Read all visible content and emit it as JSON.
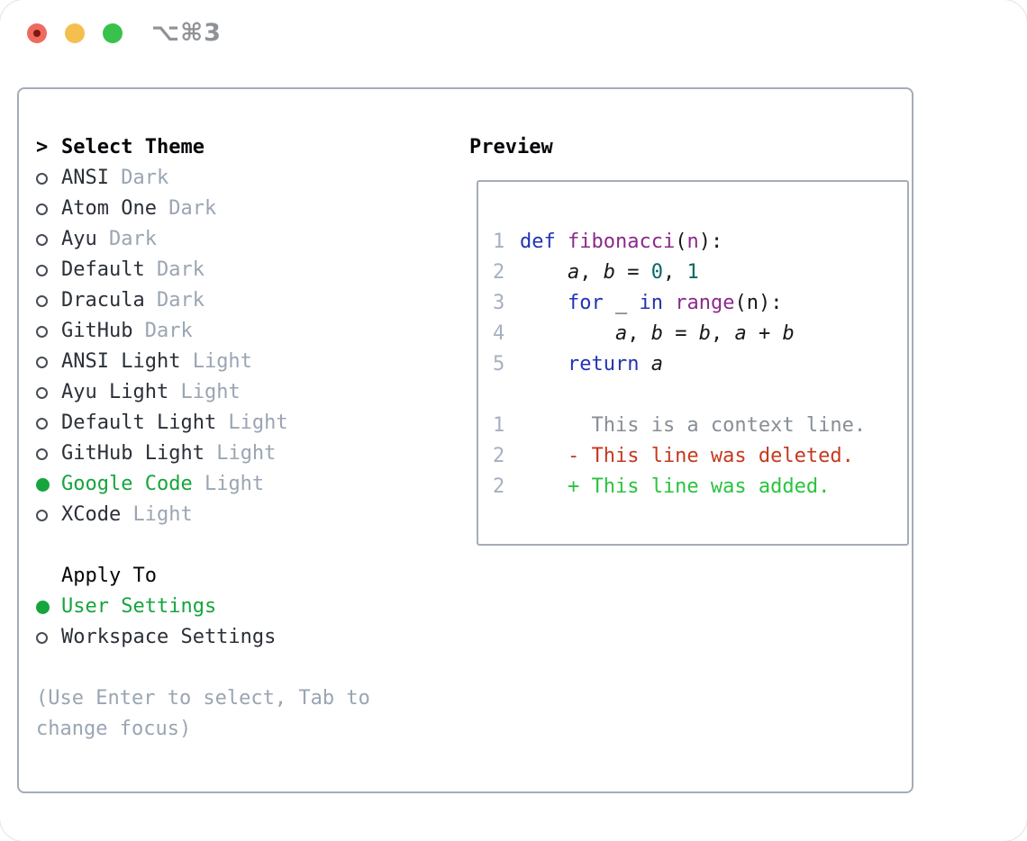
{
  "titlebar": {
    "shortcut": "⌥⌘3"
  },
  "theme_list": {
    "prompt": ">",
    "title": "Select Theme",
    "items": [
      {
        "name": "ANSI",
        "variant": "Dark",
        "selected": false
      },
      {
        "name": "Atom One",
        "variant": "Dark",
        "selected": false
      },
      {
        "name": "Ayu",
        "variant": "Dark",
        "selected": false
      },
      {
        "name": "Default",
        "variant": "Dark",
        "selected": false
      },
      {
        "name": "Dracula",
        "variant": "Dark",
        "selected": false
      },
      {
        "name": "GitHub",
        "variant": "Dark",
        "selected": false
      },
      {
        "name": "ANSI Light",
        "variant": "Light",
        "selected": false
      },
      {
        "name": "Ayu Light",
        "variant": "Light",
        "selected": false
      },
      {
        "name": "Default Light",
        "variant": "Light",
        "selected": false
      },
      {
        "name": "GitHub Light",
        "variant": "Light",
        "selected": false
      },
      {
        "name": "Google Code",
        "variant": "Light",
        "selected": true
      },
      {
        "name": "XCode",
        "variant": "Light",
        "selected": false
      }
    ]
  },
  "apply_to": {
    "title": "Apply To",
    "options": [
      {
        "label": "User Settings",
        "selected": true
      },
      {
        "label": "Workspace Settings",
        "selected": false
      }
    ]
  },
  "hint_lines": [
    "(Use Enter to select, Tab to",
    "change focus)"
  ],
  "preview": {
    "title": "Preview",
    "code_lines": [
      {
        "num": "1",
        "tokens": [
          [
            "kw",
            "def"
          ],
          [
            "pl",
            " "
          ],
          [
            "fn",
            "fibonacci"
          ],
          [
            "pl",
            "("
          ],
          [
            "fn",
            "n"
          ],
          [
            "pl",
            "):"
          ]
        ]
      },
      {
        "num": "2",
        "tokens": [
          [
            "pl",
            "    "
          ],
          [
            "var",
            "a"
          ],
          [
            "pl",
            ", "
          ],
          [
            "var",
            "b"
          ],
          [
            "pl",
            " = "
          ],
          [
            "num",
            "0"
          ],
          [
            "pl",
            ", "
          ],
          [
            "num",
            "1"
          ]
        ]
      },
      {
        "num": "3",
        "tokens": [
          [
            "pl",
            "    "
          ],
          [
            "kw",
            "for"
          ],
          [
            "pl",
            " _ "
          ],
          [
            "kw",
            "in"
          ],
          [
            "pl",
            " "
          ],
          [
            "fn",
            "range"
          ],
          [
            "pl",
            "(n):"
          ]
        ]
      },
      {
        "num": "4",
        "tokens": [
          [
            "pl",
            "        "
          ],
          [
            "var",
            "a"
          ],
          [
            "pl",
            ", "
          ],
          [
            "var",
            "b"
          ],
          [
            "pl",
            " = "
          ],
          [
            "var",
            "b"
          ],
          [
            "pl",
            ", "
          ],
          [
            "var",
            "a"
          ],
          [
            "pl",
            " + "
          ],
          [
            "var",
            "b"
          ]
        ]
      },
      {
        "num": "5",
        "tokens": [
          [
            "pl",
            "    "
          ],
          [
            "kw",
            "return"
          ],
          [
            "pl",
            " "
          ],
          [
            "var",
            "a"
          ]
        ]
      }
    ],
    "diff_lines": [
      {
        "num": "1",
        "kind": "context",
        "text": "      This is a context line."
      },
      {
        "num": "2",
        "kind": "deleted",
        "text": "    - This line was deleted."
      },
      {
        "num": "2",
        "kind": "added",
        "text": "    + This line was added."
      }
    ]
  },
  "colors": {
    "traffic_red": "#ee6a5f",
    "traffic_red_dot": "#7e1910",
    "traffic_yellow": "#f5bf4f",
    "traffic_green": "#38c24c",
    "shortcut_gray": "#8e9296",
    "border_gray": "#a5acb8",
    "text_primary": "#2b3038",
    "muted": "#9aa5b3",
    "green_accent": "#16a53c",
    "line_number": "#a5b0c2",
    "code_keyword": "#2233b4",
    "code_function": "#8b2a8b",
    "code_number": "#066666",
    "diff_context": "#878e96",
    "diff_deleted": "#c5391e",
    "diff_added": "#2ac33e"
  }
}
